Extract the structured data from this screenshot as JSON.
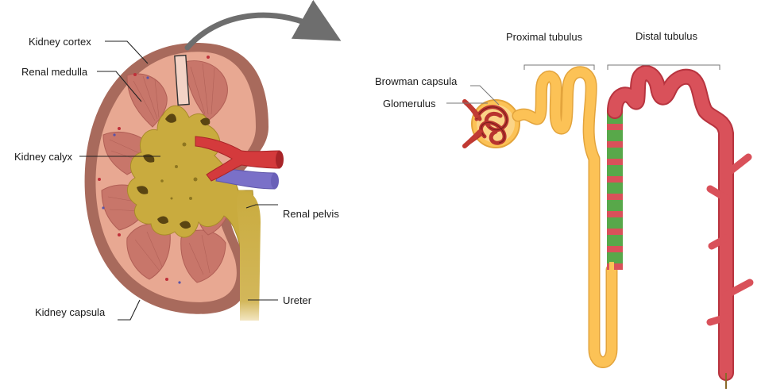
{
  "kidney": {
    "labels": {
      "cortex": "Kidney cortex",
      "medulla": "Renal medulla",
      "calyx": "Kidney calyx",
      "pelvis": "Renal pelvis",
      "ureter": "Ureter",
      "capsula": "Kidney capsula"
    }
  },
  "nephron": {
    "labels": {
      "proximal": "Proximal tubulus",
      "distal": "Distal tubulus",
      "browman": "Browman capsula",
      "glomerulus": "Glomerulus"
    }
  },
  "colors": {
    "capsule": "#a86a5c",
    "cortex": "#e8a892",
    "pyramid": "#c8766a",
    "calyx": "#c9ab3e",
    "artery": "#d43a3c",
    "vein": "#7a70c8",
    "tubule_yellow": "#fcc256",
    "tubule_red": "#d9515a",
    "tubule_green": "#58a84a",
    "arrow": "#6e6e6e"
  }
}
